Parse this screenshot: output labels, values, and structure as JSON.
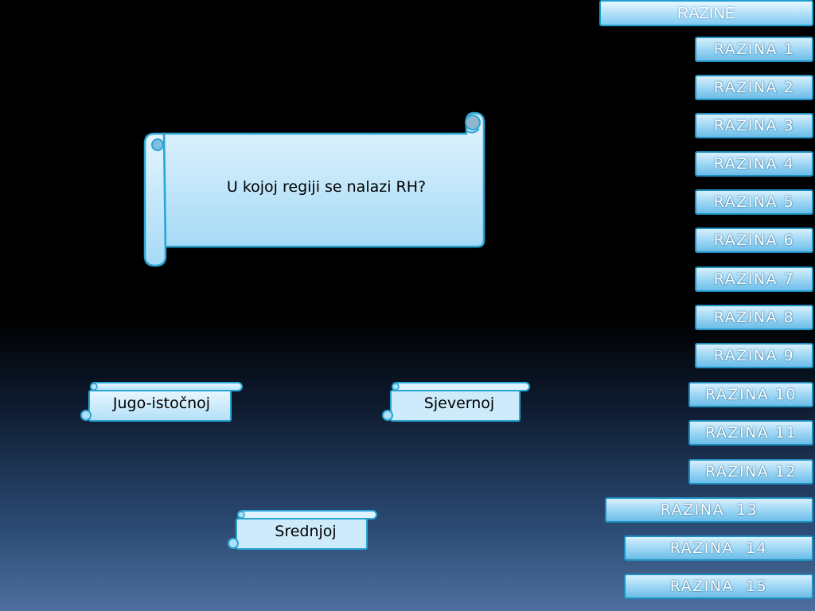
{
  "sidebar": {
    "header_label": "RAZINE",
    "levels": [
      "RAZINA 1",
      "RAZINA 2",
      "RAZINA 3",
      "RAZINA 4",
      "RAZINA 5",
      "RAZINA 6",
      "RAZINA 7",
      "RAZINA 8",
      "RAZINA 9",
      "RAZINA 10",
      "RAZINA 11",
      "RAZINA 12",
      "RAZINA  13",
      "RAZINA  14",
      "RAZINA  15"
    ]
  },
  "question": {
    "text": "U kojoj regiji se nalazi RH?"
  },
  "answers": [
    "Jugo-istočnoj",
    "Sjevernoj",
    "Srednjoj"
  ],
  "colors": {
    "scroll_border": "#29a3d1",
    "scroll_fill_top": "#e4f5ff",
    "scroll_fill_bottom": "#aadcf7",
    "button_border": "#1e8fc1"
  }
}
